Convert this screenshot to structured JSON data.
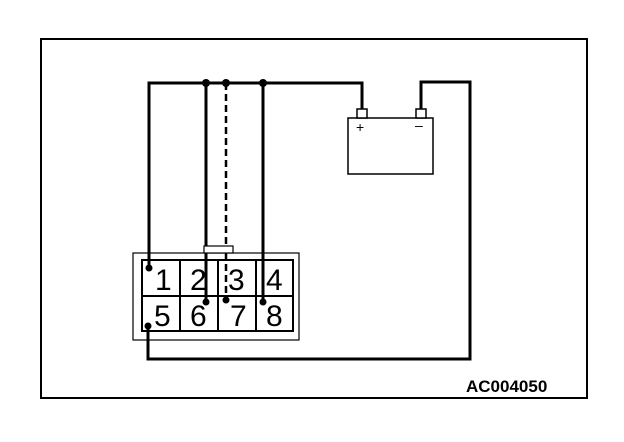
{
  "figure": {
    "code": "AC004050"
  },
  "connector": {
    "pins_top": [
      "1",
      "2",
      "3",
      "4"
    ],
    "pins_bottom": [
      "5",
      "6",
      "7",
      "8"
    ]
  },
  "battery": {
    "positive_label": "+",
    "negative_label": "–"
  },
  "colors": {
    "line": "#000000",
    "background": "#ffffff"
  }
}
